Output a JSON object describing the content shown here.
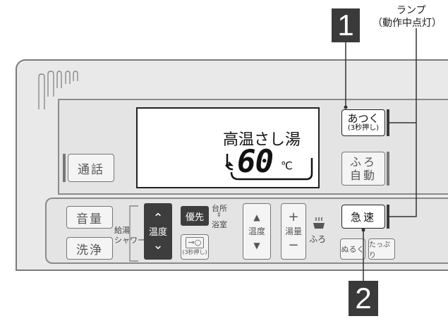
{
  "callouts": {
    "one": "1",
    "two": "2"
  },
  "lamp_label": {
    "line1": "ランプ",
    "line2": "（動作中点灯）"
  },
  "display": {
    "mode_text": "高温さし湯",
    "temperature": "60",
    "unit": "℃"
  },
  "buttons": {
    "atsuku": "あつく",
    "atsuku_sub": "(3秒押し)",
    "tsuwa": "通話",
    "furo_jido_1": "ふろ",
    "furo_jido_2": "自動",
    "onryo": "音量",
    "senjo": "洗浄",
    "kyuto_shower_1": "給湯",
    "kyuto_shower_2": "シャワー",
    "ondo": "温度",
    "yusen": "優先",
    "daidokoro_1": "台所",
    "daidokoro_2": "浴室",
    "lock_sub": "(3秒押し)",
    "ondo2": "温度",
    "yuryo": "湯量",
    "furo": "ふろ",
    "kyusoku": "急速",
    "nuruku": "ぬるく",
    "tappuri": "たっぷり"
  },
  "colors": {
    "panel": "#e9e9e9",
    "dark": "#3a3a3a",
    "outline": "#7a7a7a"
  }
}
